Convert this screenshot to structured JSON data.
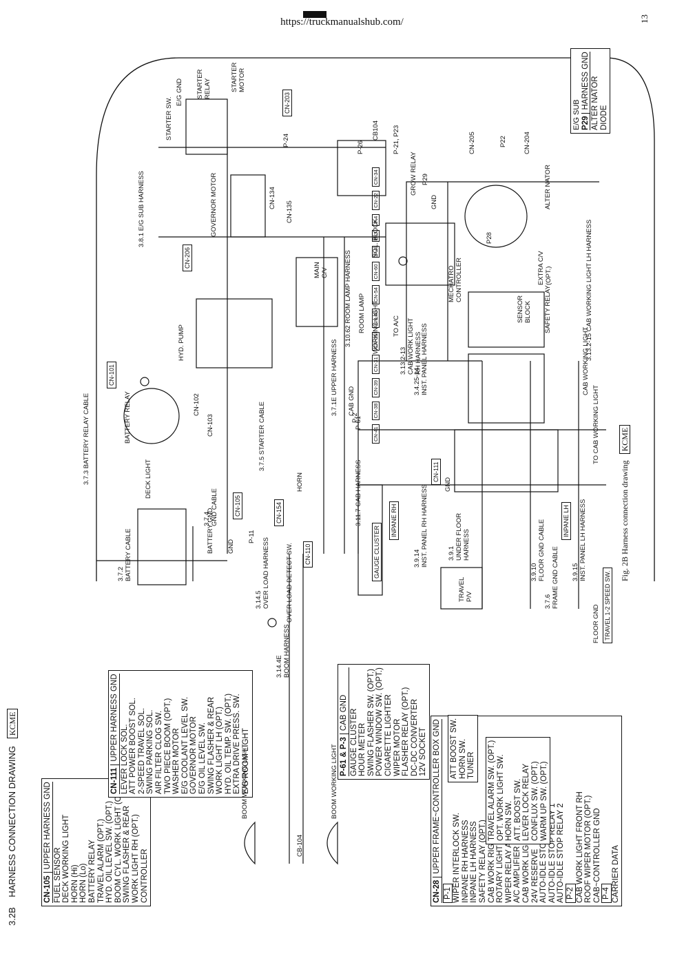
{
  "header": {
    "url": "https://truckmanualshub.com/",
    "page_number": "13"
  },
  "section": {
    "number": "3.2B",
    "title": "HARNESS CONNECTION DRAWING",
    "badge": "KCME"
  },
  "figure_caption": {
    "text": "Fig. 2B   Harness connection drawing",
    "badge": "KCME"
  },
  "lists": {
    "cn105": {
      "code": "CN-105",
      "title": "UPPER HARNESS GND",
      "items": [
        "FUEL SENSOR",
        "DECK WORKING LIGHT",
        "HORN (Hi)",
        "HORN (Lo)",
        "BATTERY RELAY",
        "TRAVEL ALARM (OPT.)",
        "HYD. OIL LEVEL SW. (OPT.)",
        "BOOM CYL. WORK LIGHT (OPT.)",
        "SWING FLASHER & REAR",
        "WORK LIGHT RH (OPT.)",
        "CONTROLLER"
      ]
    },
    "cn111": {
      "code": "CN-111",
      "title": "UPPER HARNESS GND",
      "items": [
        "LEVER LOCK SOL.",
        "ATT POWER BOOST SOL.",
        "2-SPEED TRAVEL SOL.",
        "SWING PARKING SOL.",
        "AIR FILTER CLOG SW.",
        "TWO PIECE BOOM (OPT.)",
        "WASHER MOTOR",
        "E/G COOLANT LEVEL SW.",
        "GOVERNOR MOTOR",
        "E/G OIL LEVEL SW.",
        "SWING FLASHER & REAR",
        "WORK LIGHT LH (OPT.)",
        "HYD. OIL TEMP. SW. (OPT.)",
        "EXTRA DRIVE PRESS. SW.",
        "E/G ROOM LIGHT"
      ]
    },
    "p61": {
      "code": "P-61 & P-3",
      "title": "CAB GND",
      "items": [
        "GAUGE CLUSTER",
        "HOUR METER",
        "SWING FLASHER SW. (OPT.)",
        "POWER WINDOW SW. (OPT.)",
        "CIGARETTE LIGHTER",
        "WIPER MOTOR",
        "FLASHER RELAY (OPT.)",
        "DC-DC CONVERTER",
        "12V SOCKET"
      ]
    },
    "cn28": {
      "code": "CN-28",
      "title": "UPPER FRAME~CONTROLLER BOX GND",
      "p1_label": "P-1",
      "p1_items": [
        "WIPER INTERLOCK SW.",
        "INPANE RH HARNESS",
        "INPANE LH HARNESS",
        "SAFETY RELAY (OPT.)",
        "CAB WORK RIGHT (REAR)",
        "ROTARY LIGHT (OPT.)",
        "WIPER RELAY ASSY",
        "A/C AMPLIFIER",
        "CAB WORK LIGHT FRONT LH",
        "24V RESERVE",
        "AUTO-IDLE STOP SELECT SW.",
        "AUTO-IDLE STOP RELAY 1",
        "AUTO-IDLE STOP RELAY 2"
      ],
      "p2_label": "P-2",
      "p2_items": [
        "CAB WORK LIGHT FRONT RH",
        "ROOF WIPER MOTOR (OPT.)",
        "CAB~CONTROLLER GND"
      ],
      "p4_label": "P-4",
      "p4_items": [
        "CARRIER DATA"
      ]
    },
    "inpane_rh_sub": {
      "items": [
        "ATT BOOST SW.",
        "HORN SW.",
        "TUNER"
      ]
    },
    "inpane_lh_sub": {
      "items": [
        "TRAVEL ALARM SW. (OPT.)",
        "OPT. WORK LIGHT SW.",
        "HORN SW.",
        "ATT. BOOST SW.",
        "LEVER LOCK RELAY",
        "CONFLUX SW. (OPT.)",
        "WARM UP SW. (OPT.)"
      ]
    },
    "p29": {
      "code": "P29",
      "title": "HARNESS GND",
      "items": [
        "ALTER NATOR",
        "DIODE"
      ],
      "heading": "E/G SUB"
    }
  },
  "labels": {
    "boom_working_light_1": "BOOM WORKING LIGHT",
    "boom_working_light_2": "BOOM WORKING LIGHT",
    "cb104": "CB-104",
    "boom_harness": "3.14.4E\nBOOM HARNESS",
    "overload_harness": "3.14.5\nOVER LOAD HARNESS",
    "overload_detect": "OVER LOAD DETECT SW.",
    "battery_cable": "3.7.2\nBATTERY CABLE",
    "battery_gnd": "BATTERY GND",
    "gnd_cable": "3.7.4\nGND CABLE",
    "gnd": "GND",
    "cn105_tag": "CN-105",
    "p11": "P-11",
    "cn110": "CN-110",
    "cn154": "CN-154",
    "horn": "HORN",
    "deck_light": "DECK LIGHT",
    "battery_relay_cable": "3.7.3 BATTERY RELAY CABLE",
    "battery_relay": "BATTERY RELAY",
    "cn101": "CN-101",
    "cn102": "CN-102",
    "cn103": "CN-103",
    "starter_cable": "3.7.5 STARTER CABLE",
    "upper_harness": "3.7.1E UPPER HARNESS",
    "hyd_pump": "HYD. PUMP",
    "main_cv": "MAIN\nC/V",
    "eg_sub_harness": "3.8.1 E/G SUB HARNESS",
    "cn206": "CN-206",
    "governor_motor": "GOVERNOR MOTOR",
    "cn134": "CN-134",
    "cn135": "CN-135",
    "starter_sw": "STARTER SW.",
    "eg_gnd": "E/G GND",
    "starter_relay": "STARTER\nRELAY",
    "starter_motor": "STARTER\nMOTOR",
    "cn203": "CN-203",
    "p24": "P-24",
    "p26": "P-26",
    "cb104b": "CB104",
    "p21": "P-21, P23",
    "glow_relay": "GROW RELAY",
    "p29_tag": "P29",
    "gnd2": "GND",
    "cn205": "CN-205",
    "p22": "P22",
    "cn204": "CN-204",
    "p28": "P28",
    "alternator": "ALTER NATOR",
    "sol_block": "SOL. BLOCK",
    "extra_cv": "EXTRA C/V\n(OPT.)",
    "sensor_block": "SENSOR\nBLOCK",
    "mechatro": "MECHATRO\nCONTROLLER",
    "safety_relay": "SAFETY RELAY",
    "cab_work_light_lh": "3.13.2-15 CAB WORKING LIGHT LH HARNESS",
    "room_lamp_harness": "3.10.62 ROOM LAMP HARNESS",
    "room_lamp": "ROOM LAMP",
    "working_light": "WORKING LIGHT",
    "to_ac": "TO A/C",
    "cab_work_rh": "3.13.2-13\nCAB WORK LIGHT\nRH HARNESS",
    "inst_panel": "3.4.25-14\nINST. PANEL HARNESS",
    "cab_gnd": "CAB GND",
    "p2": "P-2",
    "p61": "P-61",
    "cab_harness": "3.11.7 CAB HARNESS",
    "gauge_cluster": "GAUGE CLUSTER",
    "inpane_rh": "INPANE RH",
    "inst_rh_harness": "3.9.14\nINST. PANEL RH HARNESS",
    "under_floor": "3.9.1\nUNDER FLOOR\nHARNESS",
    "travel_pv": "TRAVEL\nP/V",
    "floor_gnd_cable": "3.9.10\nFLOOR GND CABLE",
    "frame_gnd_cable": "3.7.6\nFRAME GND CABLE",
    "inpane_lh": "INPANE LH",
    "inst_lh_harness": "3.9.15\nINST. PANEL LH HARNESS",
    "floor_gnd": "FLOOR GND",
    "travel_speed": "TRAVEL 1-2 SPEED SW.",
    "to_cab_working_light": "TO CAB WORKING LIGHT",
    "cab_working_light": "CAB WORKING LIGHT",
    "cn111_tag": "CN-111",
    "gnd3": "GND",
    "cn_codes": [
      "CN-41",
      "CN-38",
      "CN-39",
      "CN-31",
      "CN-35",
      "CN-40",
      "CN-54",
      "CN-60",
      "F-4",
      "F-3",
      "F-4",
      "CN-22",
      "CN-34"
    ]
  }
}
